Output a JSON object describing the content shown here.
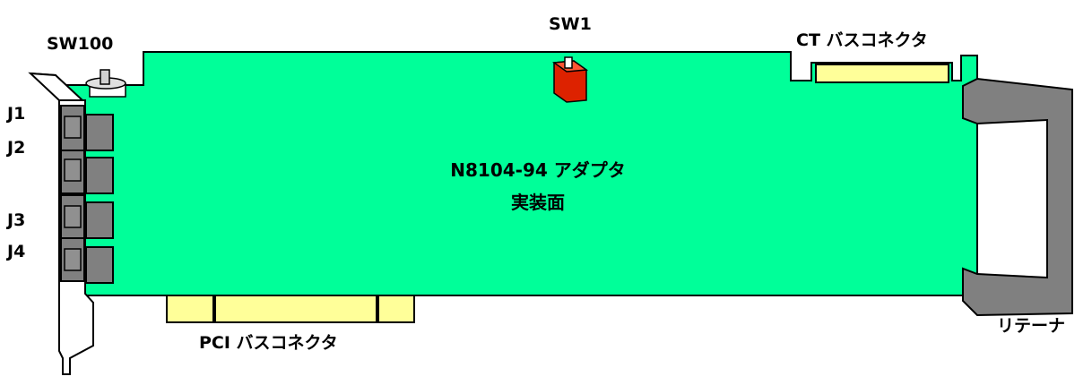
{
  "labels": {
    "sw100": "SW100",
    "sw1": "SW1",
    "ct_bus_connector": "CT バスコネクタ",
    "j1": "J1",
    "j2": "J2",
    "j3": "J3",
    "j4": "J4",
    "adapter_name": "N8104-94 アダプタ",
    "mount_side": "実装面",
    "pci_bus_connector": "PCI バスコネクタ",
    "retainer": "リテーナ"
  },
  "colors": {
    "board": "#00ff99",
    "connector": "#ffff99",
    "switch": "#dd2200",
    "jack": "#808080",
    "retainer": "#808080",
    "bracket": "#ffffff"
  }
}
